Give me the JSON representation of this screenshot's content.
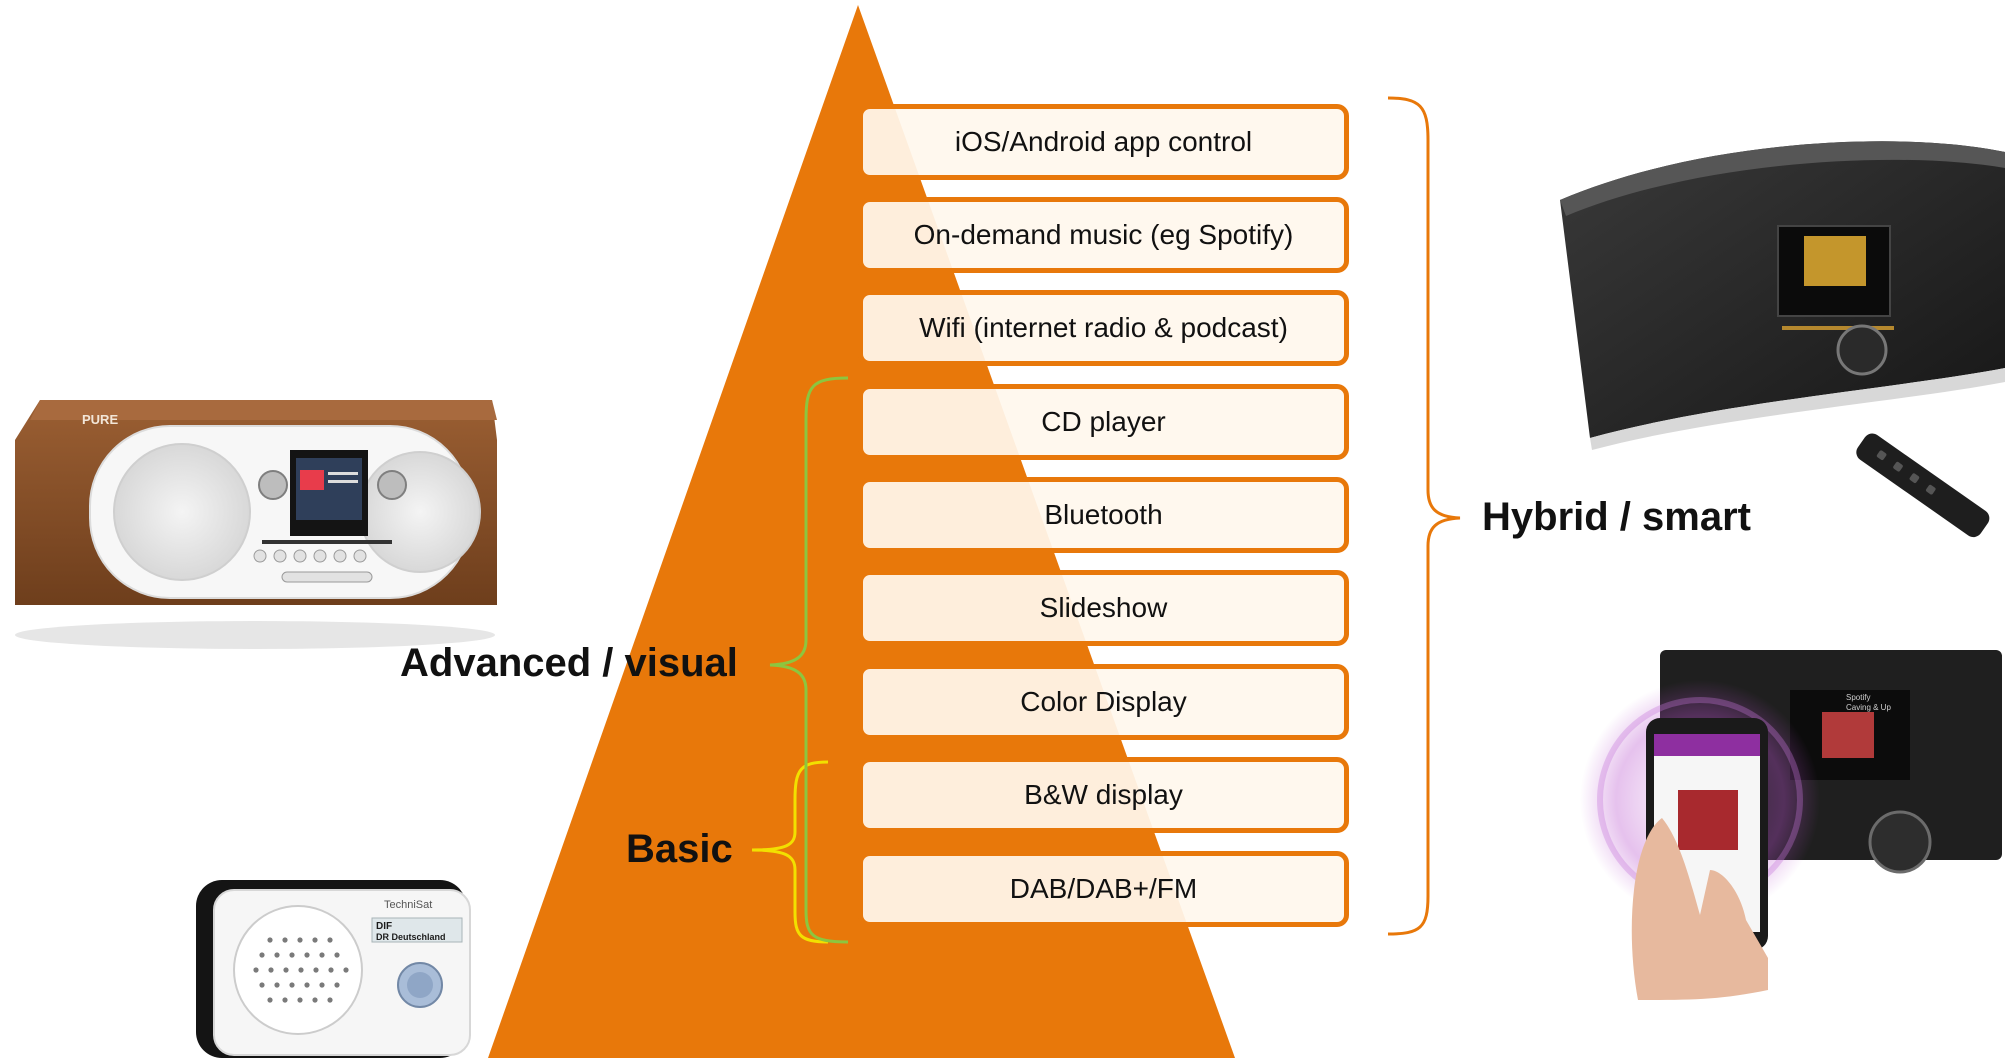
{
  "features": [
    "iOS/Android app control",
    "On-demand music (eg Spotify)",
    "Wifi (internet radio & podcast)",
    "CD player",
    "Bluetooth",
    "Slideshow",
    "Color Display",
    "B&W display",
    "DAB/DAB+/FM"
  ],
  "tiers": {
    "basic": "Basic",
    "advanced": "Advanced / visual",
    "hybrid": "Hybrid / smart"
  },
  "products": {
    "pure_logo": "PURE",
    "technisat_logo": "TechniSat",
    "technisat_screen_line1": "DIF",
    "technisat_screen_line2": "DR Deutschland",
    "phone_app_title": "Spotify",
    "phone_app_track": "Caving & Up"
  },
  "colors": {
    "pyramid": "#E8780A",
    "basic_bracket": "#F2E000",
    "advanced_bracket": "#8CC63F",
    "hybrid_bracket": "#E8780A"
  }
}
